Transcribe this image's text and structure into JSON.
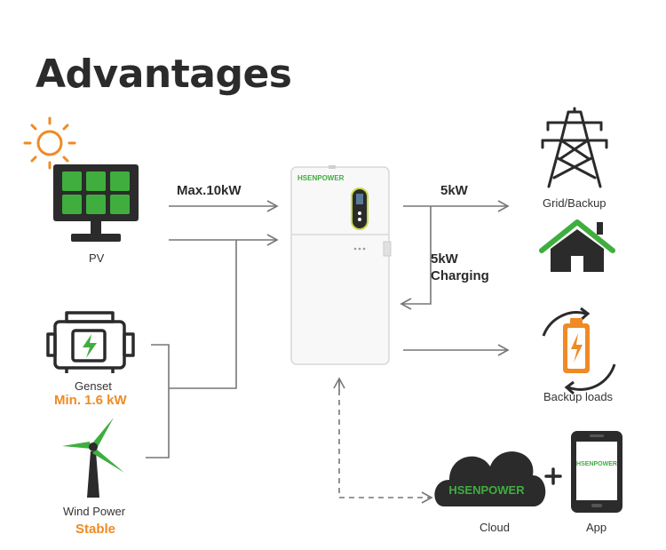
{
  "title": "Advantages",
  "sources": {
    "pv": {
      "label": "PV"
    },
    "genset": {
      "label": "Genset",
      "note": "Min. 1.6 kW"
    },
    "wind": {
      "label": "Wind Power",
      "note": "Stable"
    }
  },
  "flows": {
    "pv_input": "Max.10kW",
    "grid_output": "5kW",
    "charging_line1": "5kW",
    "charging_line2": "Charging"
  },
  "outputs": {
    "grid": {
      "label": "Grid/Backup"
    },
    "loads": {
      "label": "Backup loads"
    },
    "cloud": {
      "label": "Cloud",
      "logo": "HSENPOWER"
    },
    "app": {
      "label": "App",
      "logo": "HSENPOWER"
    }
  },
  "device": {
    "brand": "HSENPOWER"
  },
  "icons": [
    "sun-icon",
    "solar-panel-icon",
    "genset-icon",
    "wind-turbine-icon",
    "pylon-icon",
    "house-icon",
    "battery-cycle-icon",
    "cloud-icon",
    "phone-icon",
    "plus-icon"
  ],
  "colors": {
    "green": "#3fae3f",
    "orange": "#f08a24",
    "dark": "#2b2b2b",
    "line": "#777777"
  }
}
